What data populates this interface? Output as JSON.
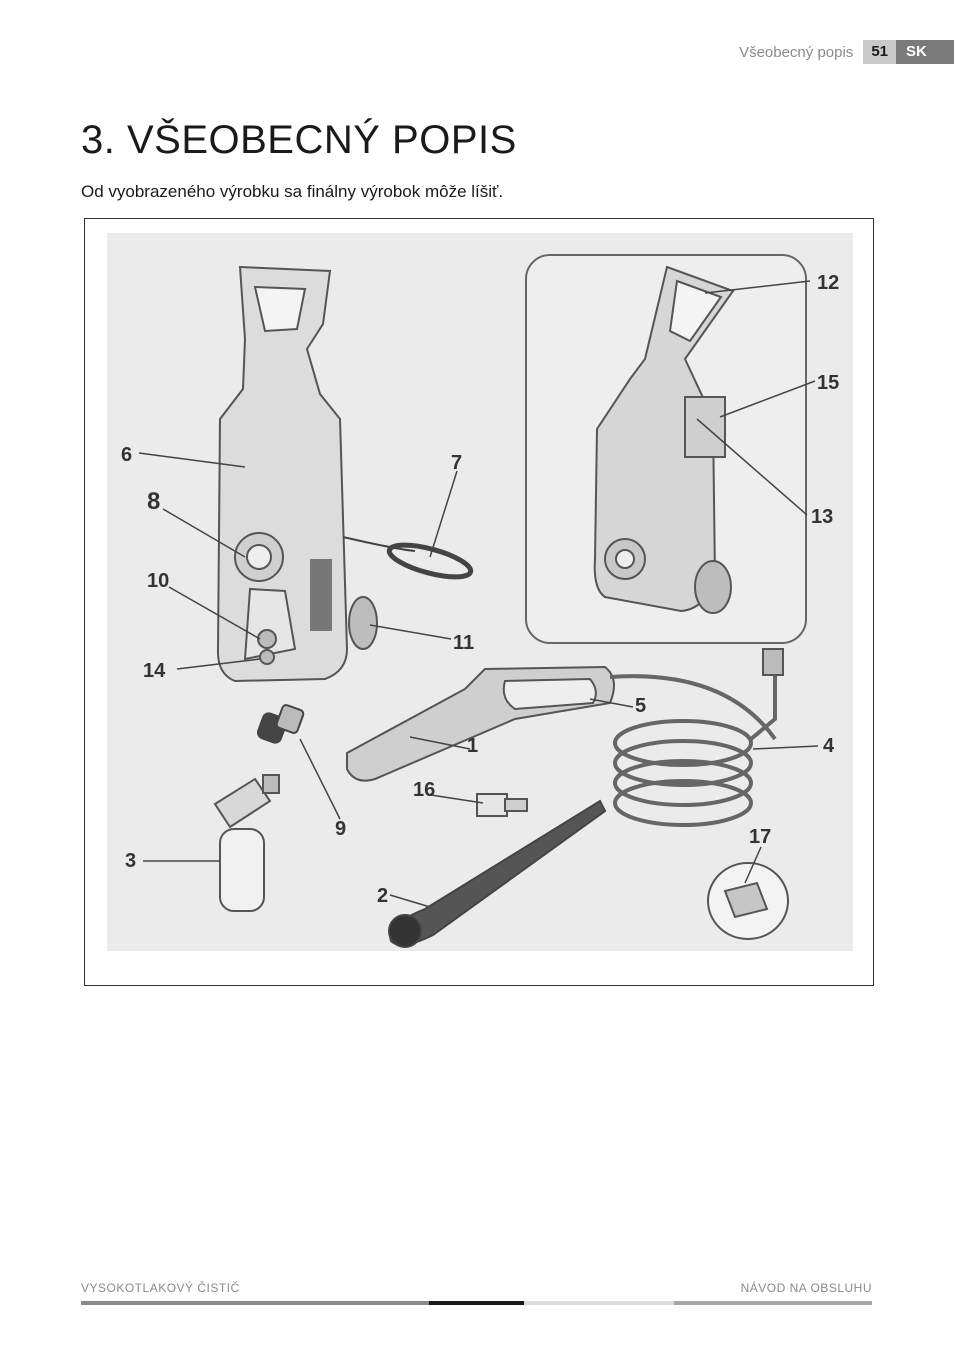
{
  "header": {
    "section": "Všeobecný popis",
    "page_number": "51",
    "language": "SK"
  },
  "title": "3. VŠEOBECNÝ POPIS",
  "subtitle": "Od vyobrazeného výrobku sa finálny výrobok môže líšiť.",
  "figure": {
    "callouts": [
      "1",
      "2",
      "3",
      "4",
      "5",
      "6",
      "7",
      "8",
      "9",
      "10",
      "11",
      "12",
      "13",
      "14",
      "15",
      "16",
      "17"
    ]
  },
  "footer": {
    "left": "VYSOKOTLAKOVÝ ČISTIČ",
    "right": "NÁVOD NA OBSLUHU"
  }
}
